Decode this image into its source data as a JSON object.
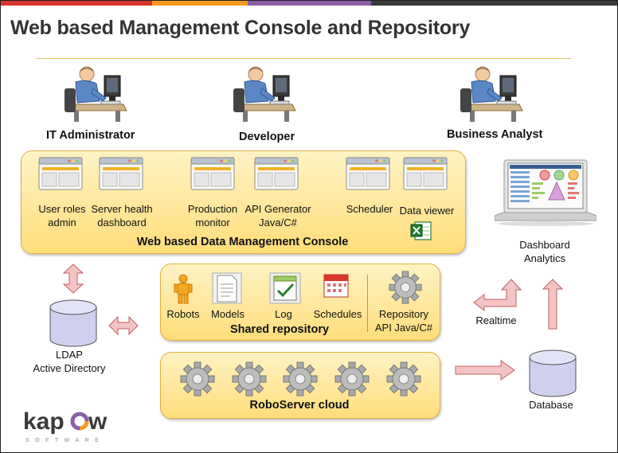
{
  "title": "Web based Management Console and Repository",
  "colors": {
    "top_bar": [
      "#d9362b",
      "#f39a1c",
      "#8b5ea8",
      "#3b3b3b"
    ],
    "panel_fill": "#ffe38f",
    "panel_border": "#e0b040",
    "arrow_fill": "#f4c4c4",
    "arrow_stroke": "#c06060",
    "cylinder_fill": "#cfd0ee"
  },
  "personas": [
    {
      "label": "IT Administrator",
      "icon": "person-at-computer-icon"
    },
    {
      "label": "Developer",
      "icon": "person-at-computer-icon"
    },
    {
      "label": "Business Analyst",
      "icon": "person-at-computer-icon"
    }
  ],
  "console": {
    "title": "Web based Data Management Console",
    "modules": [
      {
        "label": "User roles\nadmin",
        "icon": "browser-window-icon"
      },
      {
        "label": "Server health\ndashboard",
        "icon": "browser-window-icon"
      },
      {
        "label": "Production\nmonitor",
        "icon": "browser-window-icon"
      },
      {
        "label": "API Generator\nJava/C#",
        "icon": "browser-window-icon"
      },
      {
        "label": "Scheduler",
        "icon": "browser-window-icon"
      },
      {
        "label": "Data viewer",
        "icon": "browser-window-icon"
      }
    ],
    "excel_icon": "excel-icon"
  },
  "repository": {
    "title": "Shared repository",
    "items": [
      {
        "label": "Robots",
        "icon": "robot-icon"
      },
      {
        "label": "Models",
        "icon": "document-icon"
      },
      {
        "label": "Log",
        "icon": "log-icon"
      },
      {
        "label": "Schedules",
        "icon": "calendar-icon"
      }
    ],
    "api": {
      "label": "Repository\nAPI Java/C#",
      "icon": "gear-icon"
    }
  },
  "roboserver": {
    "title": "RoboServer cloud",
    "gear_count": 5
  },
  "ldap": {
    "label": "LDAP\nActive Directory",
    "icon": "database-cylinder-icon"
  },
  "database": {
    "label": "Database",
    "icon": "database-cylinder-icon"
  },
  "dashboard": {
    "label": "Dashboard\nAnalytics",
    "icon": "laptop-dashboard-icon"
  },
  "realtime_label": "Realtime",
  "logo": {
    "text": "kapow",
    "subtext": "SOFTWARE"
  }
}
